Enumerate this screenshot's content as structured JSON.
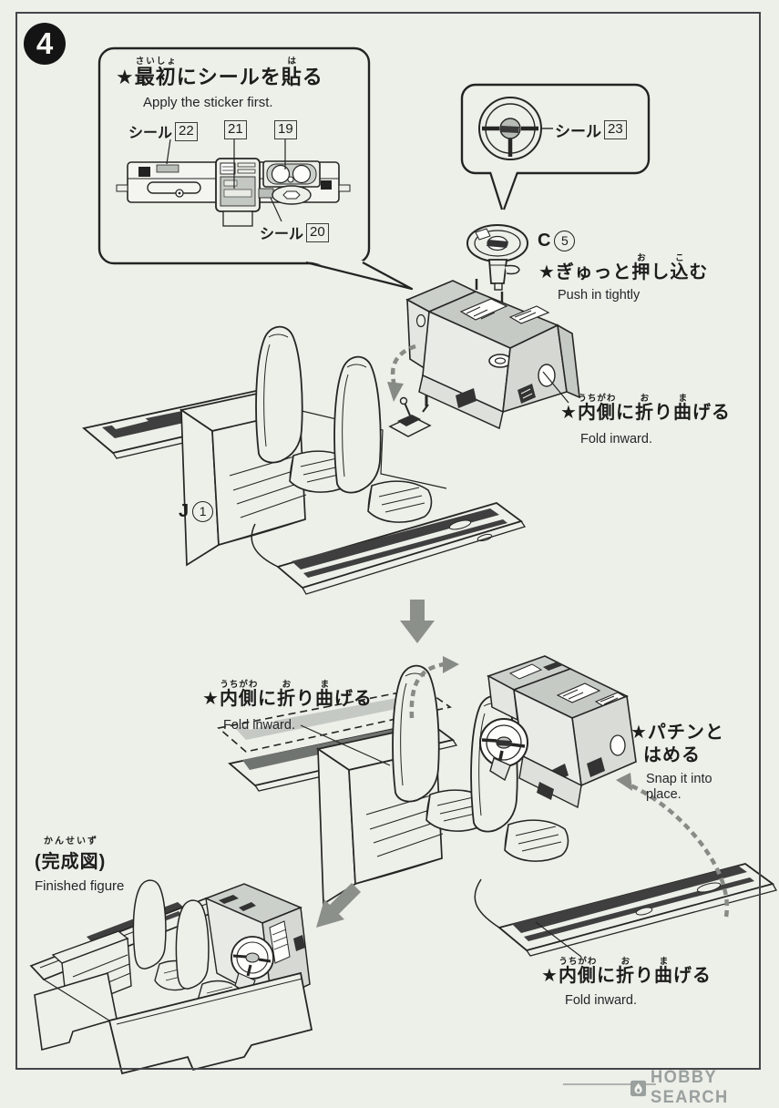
{
  "page": {
    "step_number": "4"
  },
  "sticker_box": {
    "title_ruby": [
      [
        "★",
        ""
      ],
      [
        "最初",
        "さいしょ"
      ],
      [
        "にシールを",
        ""
      ],
      [
        "貼",
        "は"
      ],
      [
        "る",
        ""
      ]
    ],
    "subtitle": "Apply the sticker first.",
    "sticker_word": "シール",
    "numbers": {
      "n22": "22",
      "n21": "21",
      "n19": "19",
      "n20": "20"
    }
  },
  "wheel_bubble": {
    "sticker_word": "シール",
    "number": "23"
  },
  "parts": {
    "c5": {
      "letter": "C",
      "number": "5"
    },
    "j1": {
      "letter": "J",
      "number": "1"
    }
  },
  "notes": {
    "push": {
      "ruby": [
        [
          "★ぎゅっと",
          ""
        ],
        [
          "押",
          "お"
        ],
        [
          "し",
          ""
        ],
        [
          "込",
          "こ"
        ],
        [
          "む",
          ""
        ]
      ],
      "en": "Push in tightly"
    },
    "fold": {
      "ruby": [
        [
          "★",
          ""
        ],
        [
          "内側",
          "うちがわ"
        ],
        [
          "に",
          ""
        ],
        [
          "折",
          "お"
        ],
        [
          "り",
          ""
        ],
        [
          "曲",
          "ま"
        ],
        [
          "げる",
          ""
        ]
      ],
      "en": "Fold inward."
    },
    "snap": {
      "jp_line1": "★パチンと",
      "jp_line2": "はめる",
      "en_line1": "Snap it into",
      "en_line2": "place."
    }
  },
  "finished_figure": {
    "furigana": "かんせいず",
    "jp": "(完成図)",
    "en": "Finished figure"
  },
  "watermark": {
    "text": "HOBBY SEARCH"
  },
  "colors": {
    "paper": "#edefe9",
    "ink": "#262624",
    "gray_fill": "#c6cac5",
    "dark_stripe": "#3f3f3f",
    "arrow_gray": "#8b908b",
    "watermark_gray": "#99a09e"
  }
}
